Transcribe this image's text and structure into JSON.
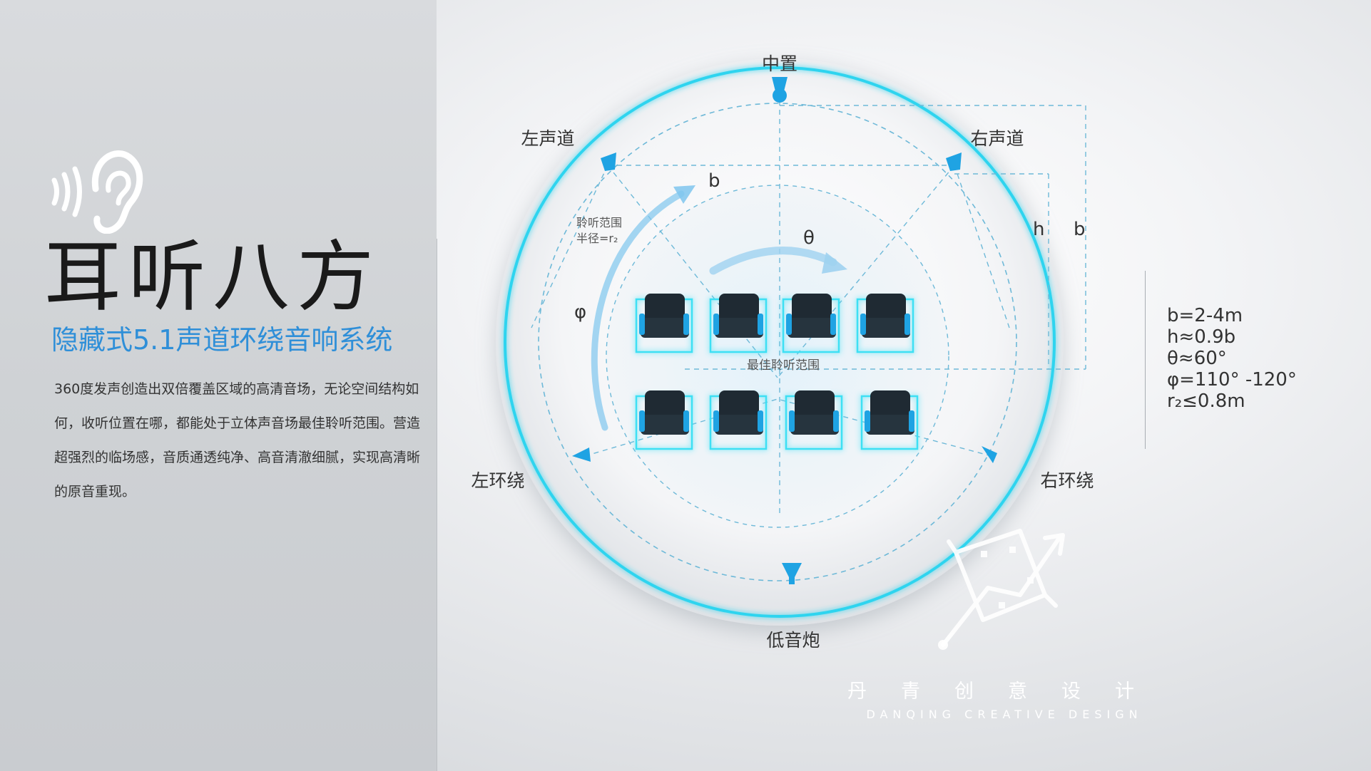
{
  "title": "耳听八方",
  "subtitle": "隐藏式5.1声道环绕音响系统",
  "description": "360度发声创造出双倍覆盖区域的高清音场，无论空间结构如何，收听位置在哪，都能处于立体声音场最佳聆听范围。营造超强烈的临场感，音质通透纯净、高音清澈细腻，实现高清晰的原音重现。",
  "speakers": {
    "center": "中置",
    "left": "左声道",
    "right": "右声道",
    "left_surround": "左环绕",
    "right_surround": "右环绕",
    "subwoofer": "低音炮"
  },
  "diagram_labels": {
    "b_top": "b",
    "h_right": "h",
    "b_right": "b",
    "theta": "θ",
    "phi": "φ",
    "listening_range_line1": "聆听范围",
    "listening_range_line2": "半径=r₂",
    "best_range": "最佳聆听范围"
  },
  "parameters": [
    "b=2-4m",
    "h≈0.9b",
    "θ≈60°",
    "φ=110° -120°",
    "r₂≤0.8m"
  ],
  "company": {
    "name_cn": "丹青创意设计",
    "name_en": "DANQING CREATIVE DESIGN"
  },
  "colors": {
    "accent_cyan": "#2fd4ef",
    "accent_blue": "#2f8fd8",
    "speaker_blue": "#1fa3e3",
    "seat_dark": "#1f2a33",
    "dash_line": "#6eb9d8"
  }
}
